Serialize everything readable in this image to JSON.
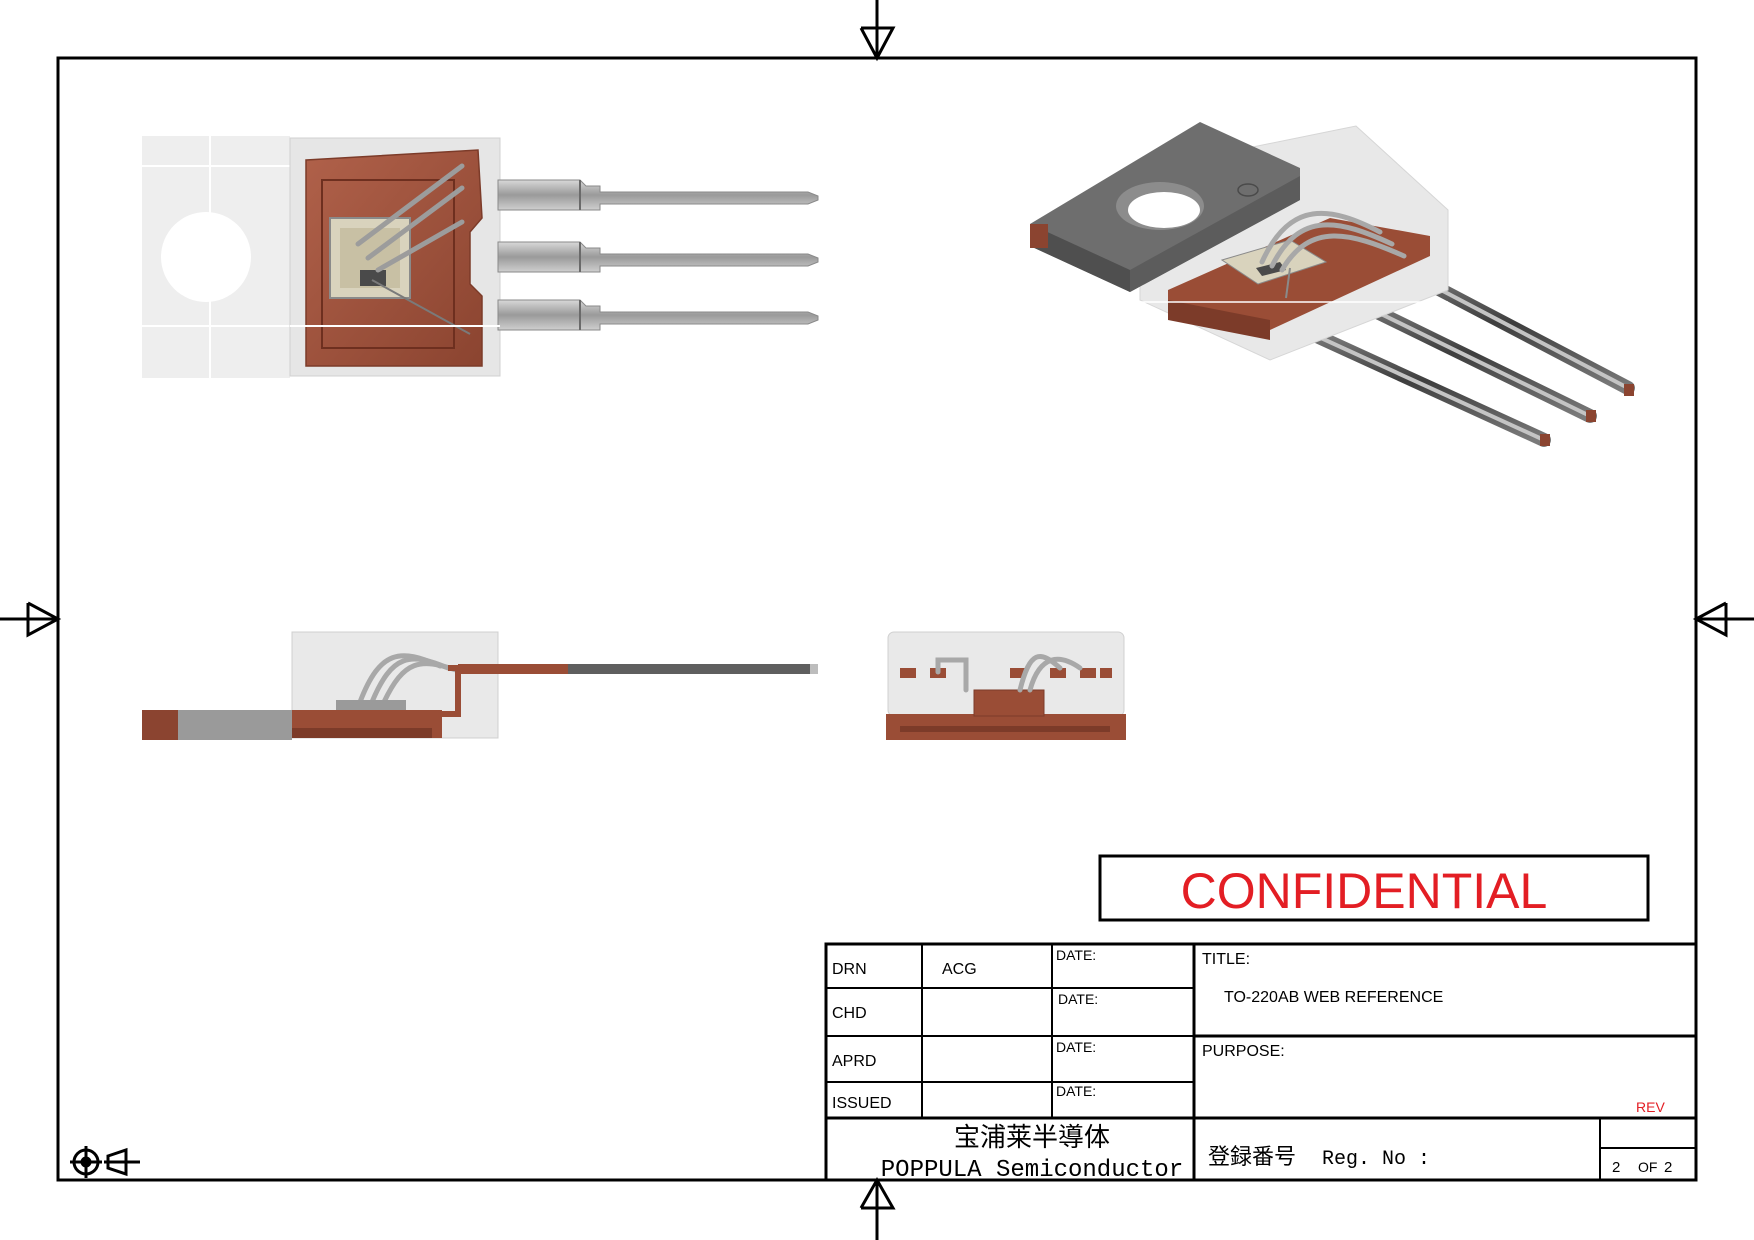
{
  "title_block": {
    "rows": [
      {
        "role": "DRN",
        "name": "ACG",
        "date_label": "DATE:"
      },
      {
        "role": "CHD",
        "name": "",
        "date_label": "DATE:"
      },
      {
        "role": "APRD",
        "name": "",
        "date_label": "DATE:"
      },
      {
        "role": "ISSUED",
        "name": "",
        "date_label": "DATE:"
      }
    ],
    "title_label": "TITLE:",
    "title_value": "TO-220AB WEB REFERENCE",
    "purpose_label": "PURPOSE:",
    "rev_label": "REV",
    "company_cn": "宝浦莱半導体",
    "company_en": "POPPULA Semiconductor",
    "reg_label_cn": "登録番号",
    "reg_label_en": "Reg. No :",
    "sheet_number": "2",
    "sheet_of": "OF",
    "sheet_total": "2"
  },
  "stamp": {
    "text": "CONFIDENTIAL"
  },
  "colors": {
    "copper": "#a5553d",
    "copper_dark": "#7c3b29",
    "lead_gray": "#a8a8a8",
    "tab_gray": "#6e6e6e",
    "mold_translucent": "#e9e9e9",
    "confidential_red": "#e31e24"
  },
  "icons": {
    "projection_symbol": "third-angle-projection-icon",
    "centering_marks": "arrow-marker-icon"
  }
}
